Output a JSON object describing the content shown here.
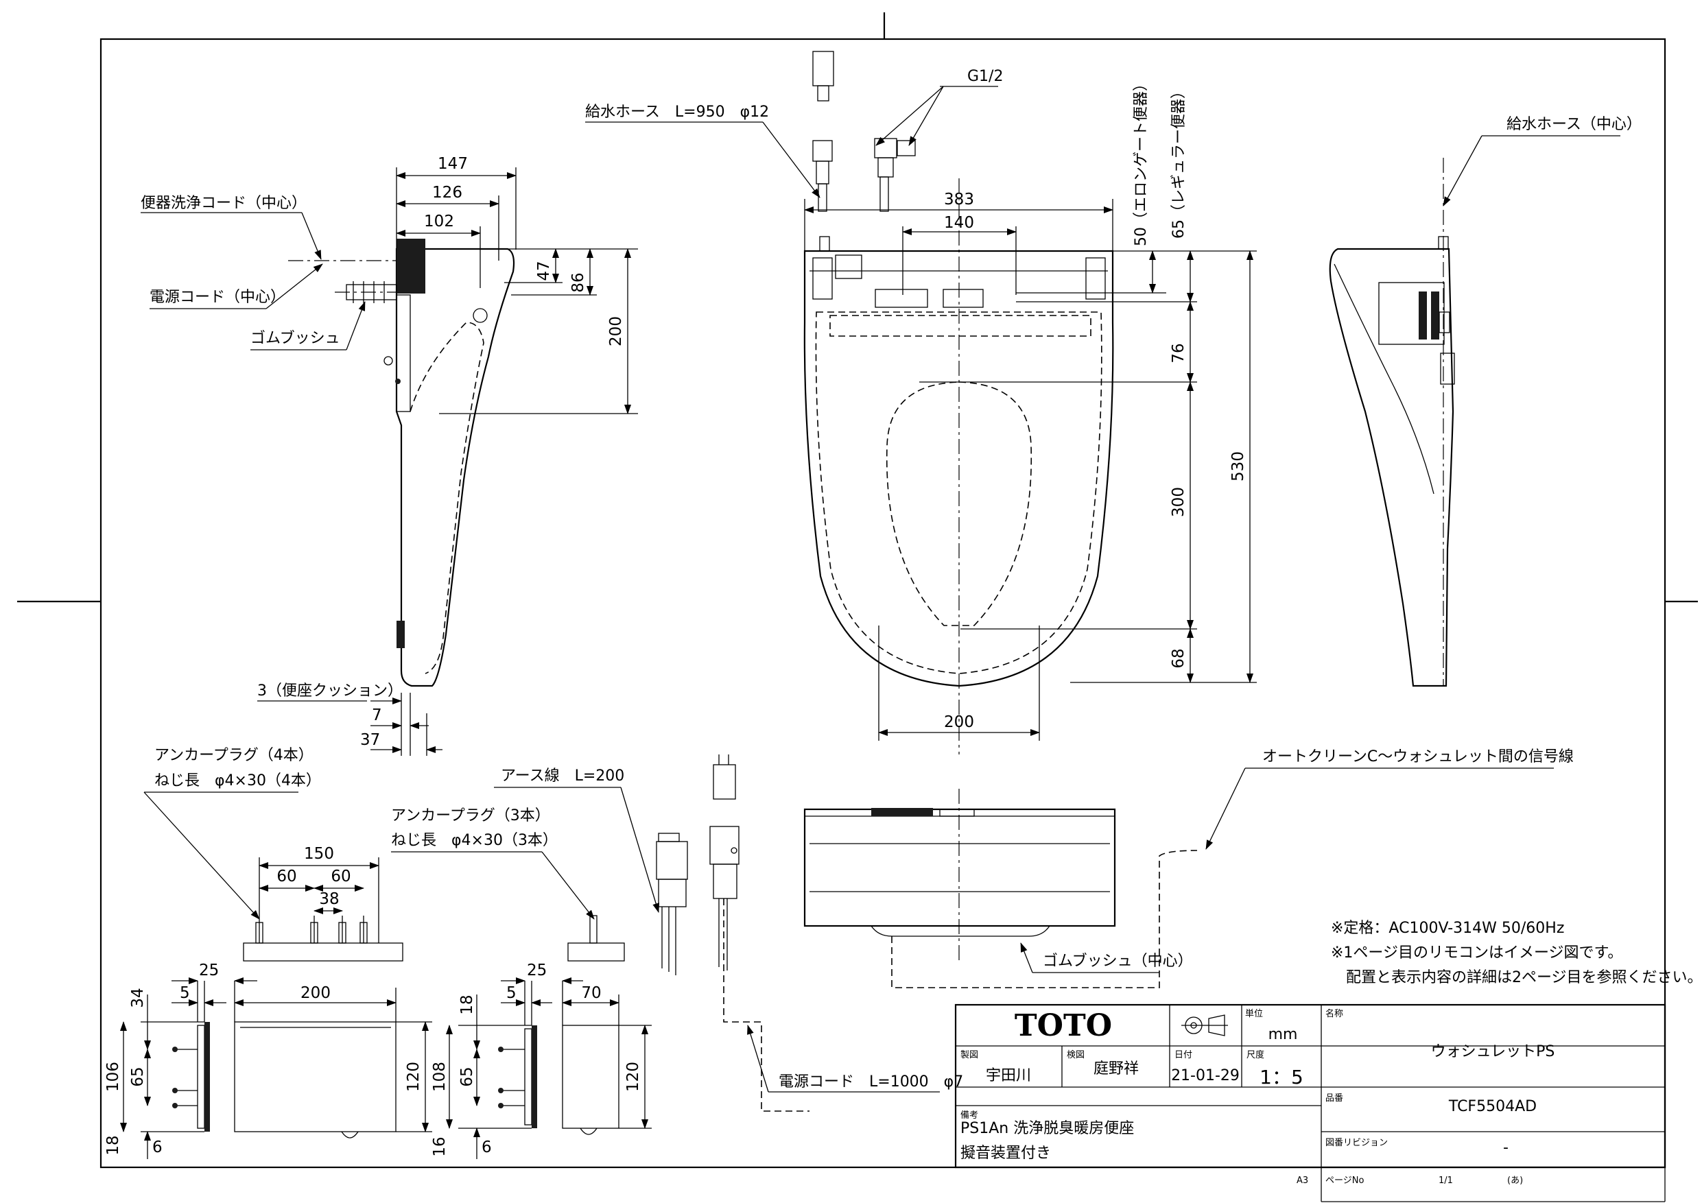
{
  "callouts": {
    "toilet_cord": "便器洗浄コード（中心）",
    "power_cord_center": "電源コード（中心）",
    "rubber_bush": "ゴムブッシュ",
    "supply_hose": "給水ホース　L=950　φ12",
    "thread": "G1/2",
    "supply_hose_center": "給水ホース（中心）",
    "elongated": "50（エロンゲート便器）",
    "regular": "65（レギュラー便器）",
    "cushion": "3（便座クッション）",
    "anchor4_title": "アンカープラグ（4本）",
    "anchor4_screw": "ねじ長　φ4×30（4本）",
    "anchor3_title": "アンカープラグ（3本）",
    "anchor3_screw": "ねじ長　φ4×30（3本）",
    "earth_wire": "アース線　L=200",
    "signal_wire": "オートクリーンC～ウォシュレット間の信号線",
    "rubber_bush_center": "ゴムブッシュ（中心）",
    "power_cord_len": "電源コード　L=1000　φ7"
  },
  "dimensions": {
    "d147": "147",
    "d126": "126",
    "d102": "102",
    "d47": "47",
    "d86": "86",
    "d200v": "200",
    "d383": "383",
    "d140": "140",
    "d76": "76",
    "d300": "300",
    "d530": "530",
    "d68": "68",
    "d200h": "200",
    "d7": "7",
    "d37": "37",
    "d150": "150",
    "d60a": "60",
    "d60b": "60",
    "d38": "38",
    "d25a": "25",
    "d5a": "5",
    "d200b": "200",
    "d34": "34",
    "d106": "106",
    "d65a": "65",
    "d18a": "18",
    "d6a": "6",
    "d120a": "120",
    "d25b": "25",
    "d5b": "5",
    "d70": "70",
    "d18b": "18",
    "d108": "108",
    "d65b": "65",
    "d16": "16",
    "d6b": "6",
    "d120b": "120"
  },
  "notes": [
    "※定格：AC100V-314W 50/60Hz",
    "※1ページ目のリモコンはイメージ図です。",
    "　配置と表示内容の詳細は2ページ目を参照ください。"
  ],
  "title_block": {
    "brand": "TOTO",
    "unit_label": "単位",
    "unit": "mm",
    "name_label": "名称",
    "name": "ウォシュレットPS",
    "drawn_label": "製図",
    "drawn": "宇田川",
    "checked_label": "検図",
    "checked": "庭野祥",
    "date_label": "日付",
    "date": "21-01-29",
    "scale_label": "尺度",
    "scale": "1：5",
    "model_label": "品番",
    "model": "TCF5504AD",
    "remarks_label": "備考",
    "remarks_1": "PS1An 洗浄脱臭暖房便座",
    "remarks_2": "擬音装置付き",
    "revision_label": "図番リビジョン",
    "revision": "-",
    "sheet_size": "A3",
    "page_label": "ページNo",
    "page": "1/1",
    "page_suffix": "(あ)"
  }
}
